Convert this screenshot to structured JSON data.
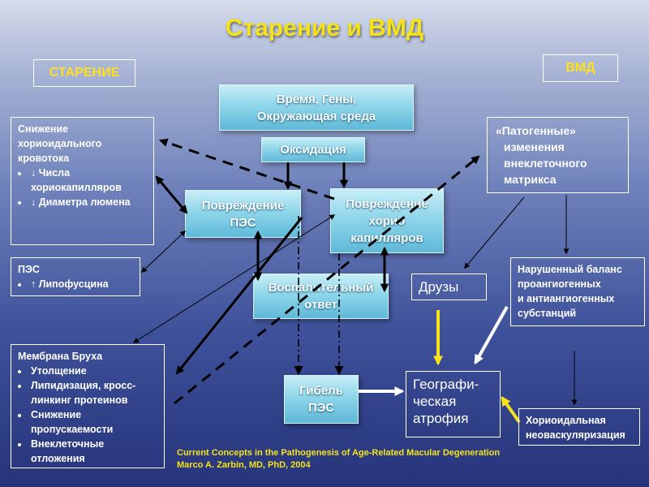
{
  "title": "Старение и ВМД",
  "headers": {
    "aging": "СТАРЕНИЕ",
    "amd": "ВМД"
  },
  "center_boxes": {
    "time_genes": [
      "Время, Гены,",
      "Окружающая среда"
    ],
    "oxidation": "Оксидация",
    "rpe_damage": [
      "Повреждение",
      "ПЭС"
    ],
    "choriocap_damage": [
      "Повреждение",
      "хорио",
      "капилляров"
    ],
    "inflammatory": [
      "Воспалительный",
      "ответ"
    ],
    "rpe_death": [
      "Гибель",
      "ПЭС"
    ]
  },
  "left_boxes": {
    "choroidal_flow": {
      "title": [
        "Снижение",
        "хориоидального",
        "кровотока"
      ],
      "items": [
        "↓ Числа хориокапилляров",
        "↓ Диаметра люмена"
      ]
    },
    "rpe": {
      "title": "ПЭС",
      "items": [
        "↑ Липофусцина"
      ]
    },
    "bruch": {
      "title": "Мембрана Бруха",
      "items": [
        "Утолщение",
        "Липидизация, кросс-линкинг протеинов",
        "Снижение пропускаемости",
        "Внеклеточные отложения"
      ]
    }
  },
  "right_boxes": {
    "pathogenic": [
      "«Патогенные»",
      "изменения",
      "внеклеточного",
      "матрикса"
    ],
    "drusen": "Друзы",
    "balance": [
      "Нарушенный баланс",
      "проангиогенных",
      "и антиангиогенных",
      "субстанций"
    ],
    "geo_atrophy": [
      "Географи-",
      "ческая",
      "атрофия"
    ],
    "cnv": [
      "Хориоидальная",
      "неоваскуляризация"
    ]
  },
  "citation": {
    "line1": "Current Concepts in the Pathogenesis of Age-Related Macular Degeneration",
    "line2": "Marco A. Zarbin, MD, PhD, 2004"
  },
  "colors": {
    "title": "#f5e21b",
    "header_text": "#ffe021",
    "yellow_arrow": "#f5e21b",
    "box_fill": "#8fd6ea"
  }
}
